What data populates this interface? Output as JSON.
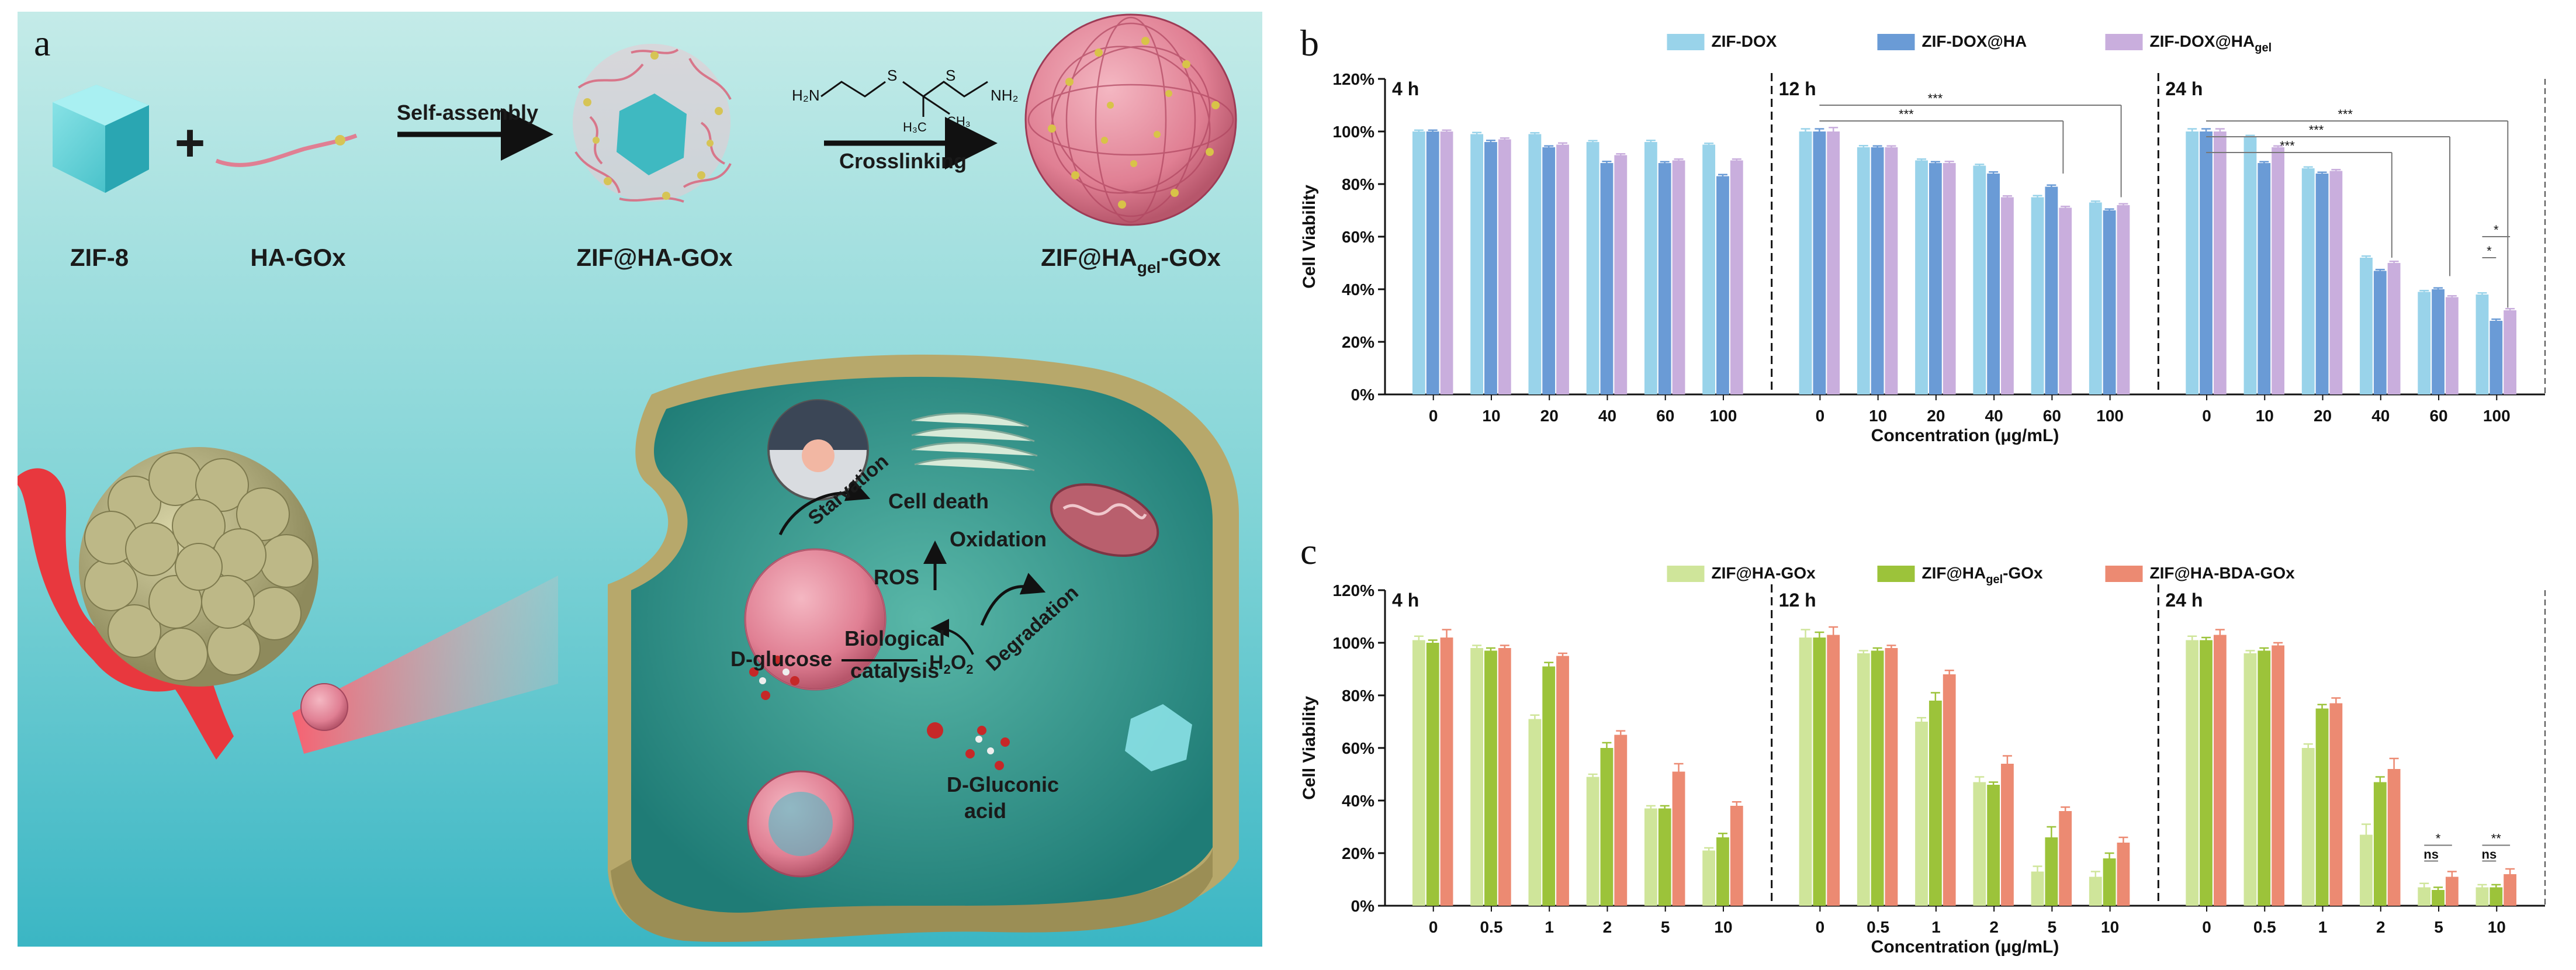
{
  "panel_a": {
    "panel_label": "a",
    "legend": {
      "zif8": "ZIF-8",
      "hagox": "HA-GOx",
      "zif_ha_gox": "ZIF@HA-GOx",
      "zif_hagel_gox_pre": "ZIF@HA",
      "zif_hagel_gox_sub": "gel",
      "zif_hagel_gox_post": "-GOx",
      "self_assembly": "Self-assembly",
      "crosslinking": "Crosslinking",
      "plus": "+"
    },
    "crosslinker": {
      "h2n_left": "H₂N",
      "nh2_right": "NH₂",
      "s": "S",
      "h3c": "H₃C",
      "ch3": "CH₃"
    },
    "cell": {
      "starvation": "Starvation",
      "cell_death": "Cell death",
      "ros": "ROS",
      "oxidation": "Oxidation",
      "d_glucose": "D-glucose",
      "biological": "Biological",
      "catalysis": "catalysis",
      "h2o2_main": "H",
      "h2o2_sub1": "2",
      "h2o2_mid": "O",
      "h2o2_sub2": "2",
      "degradation": "Degradation",
      "d_gluconic": "D-Gluconic",
      "acid": "acid"
    },
    "colors": {
      "bg_top": "#bfe9e6",
      "bg_bottom": "#3fb9c6",
      "cell_membrane": "#cfc38e",
      "cytoplasm": "#3a9e92",
      "nano_shell": "#e07f93"
    }
  },
  "chart_data": [
    {
      "id": "b",
      "panel_label": "b",
      "type": "bar",
      "ylabel": "Cell Viability",
      "xlabel": "Concentration (μg/mL)",
      "ylim": [
        0,
        120
      ],
      "yticks": [
        "0%",
        "20%",
        "40%",
        "60%",
        "80%",
        "100%",
        "120%"
      ],
      "groups": [
        {
          "label": "4 h",
          "categories": [
            "0",
            "10",
            "20",
            "40",
            "60",
            "100"
          ]
        },
        {
          "label": "12 h",
          "categories": [
            "0",
            "10",
            "20",
            "40",
            "60",
            "100"
          ]
        },
        {
          "label": "24 h",
          "categories": [
            "0",
            "10",
            "20",
            "40",
            "60",
            "100"
          ]
        }
      ],
      "series": [
        {
          "name": "ZIF-DOX",
          "name_sub": "",
          "color": "#99d3ea",
          "values": [
            100,
            99,
            99,
            96,
            96,
            95,
            100,
            94,
            89,
            87,
            75,
            73,
            100,
            98,
            86,
            52,
            39,
            38
          ],
          "errors": [
            0.5,
            0.6,
            0.5,
            0.5,
            0.6,
            0.5,
            1,
            0.6,
            0.5,
            0.5,
            0.6,
            0.5,
            1,
            0.5,
            0.5,
            0.6,
            0.5,
            0.6
          ]
        },
        {
          "name": "ZIF-DOX@HA",
          "name_sub": "",
          "color": "#6a9bd6",
          "values": [
            100,
            96,
            94,
            88,
            88,
            83,
            100,
            94,
            88,
            84,
            79,
            70,
            100,
            88,
            84,
            47,
            40,
            28
          ],
          "errors": [
            0.5,
            0.6,
            0.5,
            0.6,
            0.5,
            0.6,
            1,
            0.5,
            0.5,
            0.6,
            0.6,
            0.5,
            1,
            0.5,
            0.5,
            0.5,
            0.5,
            0.6
          ]
        },
        {
          "name": "ZIF-DOX@HA",
          "name_sub": "gel",
          "color": "#c9aedd",
          "values": [
            100,
            97,
            95,
            91,
            89,
            89,
            100,
            94,
            88,
            75,
            71,
            72,
            100,
            94,
            85,
            50,
            37,
            32
          ],
          "errors": [
            0.5,
            0.5,
            0.6,
            0.5,
            0.5,
            0.5,
            1.5,
            0.5,
            0.6,
            0.5,
            0.5,
            0.5,
            1,
            0.5,
            0.5,
            0.6,
            0.5,
            0.6
          ]
        }
      ],
      "significance": [
        {
          "text": "***"
        },
        {
          "text": "***"
        },
        {
          "text": "***"
        },
        {
          "text": "***"
        },
        {
          "text": "***"
        },
        {
          "text": "*"
        },
        {
          "text": "*"
        }
      ]
    },
    {
      "id": "c",
      "panel_label": "c",
      "type": "bar",
      "ylabel": "Cell Viability",
      "xlabel": "Concentration (μg/mL)",
      "ylim": [
        0,
        120
      ],
      "yticks": [
        "0%",
        "20%",
        "40%",
        "60%",
        "80%",
        "100%",
        "120%"
      ],
      "groups": [
        {
          "label": "4 h",
          "categories": [
            "0",
            "0.5",
            "1",
            "2",
            "5",
            "10"
          ]
        },
        {
          "label": "12 h",
          "categories": [
            "0",
            "0.5",
            "1",
            "2",
            "5",
            "10"
          ]
        },
        {
          "label": "24 h",
          "categories": [
            "0",
            "0.5",
            "1",
            "2",
            "5",
            "10"
          ]
        }
      ],
      "series": [
        {
          "name": "ZIF@HA-GOx",
          "name_sub": "",
          "color": "#cfe59a",
          "values": [
            101,
            98,
            71,
            49,
            37,
            21,
            102,
            96,
            70,
            47,
            13,
            11,
            101,
            96,
            60,
            27,
            7,
            7
          ],
          "errors": [
            1.5,
            1,
            1.5,
            1,
            1,
            1,
            3,
            1,
            1.5,
            2,
            2,
            2,
            1.5,
            1,
            1.5,
            4,
            1.5,
            1
          ]
        },
        {
          "name": "ZIF@HA",
          "name_sub": "gel",
          "name_post": "-GOx",
          "color": "#9cc33a",
          "values": [
            100,
            97,
            91,
            60,
            37,
            26,
            102,
            97,
            78,
            46,
            26,
            18,
            101,
            97,
            75,
            47,
            6,
            7
          ],
          "errors": [
            1,
            1,
            1.5,
            2,
            1,
            1.5,
            2,
            1,
            3,
            1,
            4,
            2,
            1,
            1,
            1.5,
            2,
            1,
            1
          ]
        },
        {
          "name": "ZIF@HA-BDA-GOx",
          "name_sub": "",
          "color": "#ec8a72",
          "values": [
            102,
            98,
            95,
            65,
            51,
            38,
            103,
            98,
            88,
            54,
            36,
            24,
            103,
            99,
            77,
            52,
            11,
            12
          ],
          "errors": [
            3,
            1,
            1,
            1.5,
            3,
            1.5,
            3,
            1,
            1.5,
            3,
            1.5,
            2,
            2,
            1,
            2,
            4,
            2,
            2
          ]
        }
      ],
      "significance": [
        {
          "text": "ns"
        },
        {
          "text": "*"
        },
        {
          "text": "ns"
        },
        {
          "text": "**"
        }
      ]
    }
  ]
}
